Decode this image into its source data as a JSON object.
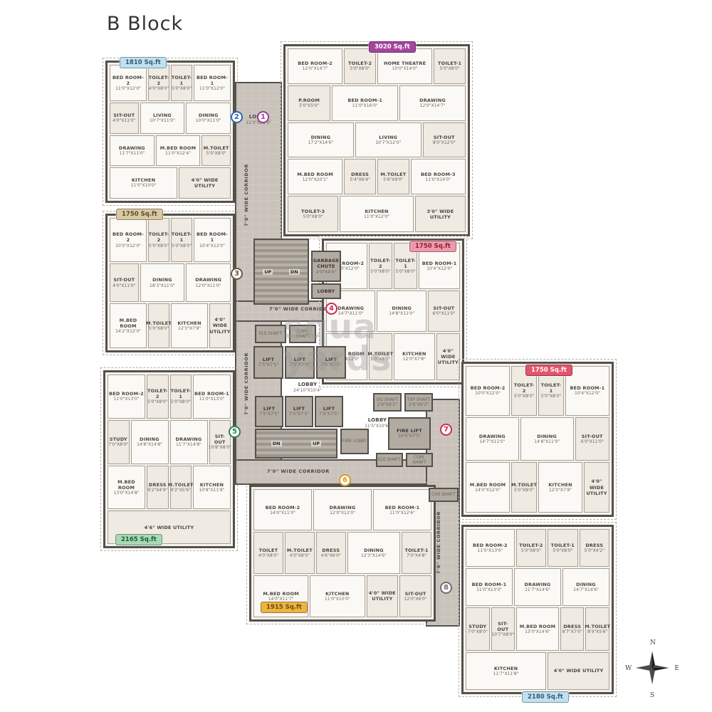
{
  "title": "B Block",
  "watermark": {
    "line1": "squa",
    "line2": "yards"
  },
  "compass": {
    "n": "N",
    "e": "E",
    "s": "S",
    "w": "W"
  },
  "core": {
    "lobby_top": "LOBBY",
    "lobby_top_dim": "11'0\"X21'9\"",
    "corridor_v": "7'0\" WIDE CORRIDOR",
    "corridor_h": "7'0\" WIDE CORRIDOR",
    "up": "UP",
    "dn": "DN",
    "garbage_chute": "GARBAGE CHUTE",
    "garbage_chute_dim": "4'0\"X4'0\"",
    "lobby_small": "LOBBY",
    "ele_shaft": "ELE.SHAFT",
    "com_shaft": "COM. SHAFT",
    "lift": "LIFT",
    "lift_dim": "7'5\"X7'5\"",
    "lobby_mid": "LOBBY",
    "lobby_mid_dim": "24'10\"X10'4\"",
    "fire_lobby": "FIRE LOBBY",
    "lobby_lower": "LOBBY",
    "lobby_lower_dim": "11'5\"X10'6\"",
    "og_shaft": "OG SHAFT",
    "og_shaft_dim": "2'6\"X6'2\"",
    "txp_shaft": "TXP SHAFT",
    "txp_shaft_dim": "2'6\"X6'2\"",
    "fire_lift": "FIRE LIFT",
    "fire_lift_dim": "10'0\"X7'5\"",
    "chs_shaft": "CHS SHAFT"
  },
  "units": [
    {
      "number": "1",
      "sqft": "3020 Sq.ft",
      "color": "#9c3e9c",
      "badge_bg": "#a4459f",
      "badge_text": "#ffffff",
      "rooms": [
        {
          "n": "BED ROOM-2",
          "d": "12'0\"X14'7\""
        },
        {
          "n": "TOILET-2",
          "d": "5'0\"X8'0\""
        },
        {
          "n": "HOME THEATRE",
          "d": "10'0\"X14'0\""
        },
        {
          "n": "TOILET-1",
          "d": "5'0\"X8'0\""
        },
        {
          "n": "P.ROOM",
          "d": "5'0\"X5'0\""
        },
        {
          "n": "BED ROOM-1",
          "d": "11'0\"X16'0\""
        },
        {
          "n": "DRAWING",
          "d": "12'0\"X14'7\""
        },
        {
          "n": "DINING",
          "d": "17'2\"X14'6\""
        },
        {
          "n": "LIVING",
          "d": "10'7\"X12'0\""
        },
        {
          "n": "SIT-OUT",
          "d": "8'0\"X12'0\""
        },
        {
          "n": "M.BED ROOM",
          "d": "12'0\"X20'1\""
        },
        {
          "n": "DRESS",
          "d": "5'4\"X6'4\""
        },
        {
          "n": "M.TOILET",
          "d": "5'6\"X9'0\""
        },
        {
          "n": "BED ROOM-3",
          "d": "11'0\"X14'0\""
        },
        {
          "n": "TOILET-3",
          "d": "5'0\"X8'0\""
        },
        {
          "n": "KITCHEN",
          "d": "11'0\"X12'0\""
        },
        {
          "n": "3'0\" WIDE UTILITY",
          "d": ""
        }
      ]
    },
    {
      "number": "2",
      "sqft": "1810 Sq.ft",
      "color": "#2f66ad",
      "badge_bg": "#bfe2f2",
      "badge_text": "#35586e",
      "rooms": [
        {
          "n": "BED ROOM-2",
          "d": "11'0\"X12'0\""
        },
        {
          "n": "TOILET-2",
          "d": "4'0\"X8'0\""
        },
        {
          "n": "TOILET-1",
          "d": "5'0\"X8'0\""
        },
        {
          "n": "BED ROOM-1",
          "d": "11'0\"X12'0\""
        },
        {
          "n": "SIT-OUT",
          "d": "4'0\"X11'0\""
        },
        {
          "n": "LIVING",
          "d": "10'7\"X11'0\""
        },
        {
          "n": "DINING",
          "d": "10'0\"X11'0\""
        },
        {
          "n": "DRAWING",
          "d": "11'7\"X11'0\""
        },
        {
          "n": "M.BED ROOM",
          "d": "11'0\"X12'4\""
        },
        {
          "n": "M.TOILET",
          "d": "5'0\"X8'0\""
        },
        {
          "n": "KITCHEN",
          "d": "11'0\"X10'0\""
        },
        {
          "n": "4'0\" WIDE UTILITY",
          "d": ""
        }
      ]
    },
    {
      "number": "3",
      "sqft": "1750 Sq.ft",
      "color": "#6e5742",
      "badge_bg": "#d9c9a3",
      "badge_text": "#5d4a2f",
      "rooms": [
        {
          "n": "BED ROOM-2",
          "d": "10'0\"X12'0\""
        },
        {
          "n": "TOILET-2",
          "d": "5'0\"X8'0\""
        },
        {
          "n": "TOILET-1",
          "d": "5'0\"X8'0\""
        },
        {
          "n": "BED ROOM-1",
          "d": "10'4\"X12'0\""
        },
        {
          "n": "SIT-OUT",
          "d": "4'0\"X11'0\""
        },
        {
          "n": "DINING",
          "d": "18'3\"X11'0\""
        },
        {
          "n": "DRAWING",
          "d": "12'0\"X11'0\""
        },
        {
          "n": "M.BED ROOM",
          "d": "14'2\"X12'0\""
        },
        {
          "n": "M.TOILET",
          "d": "5'0\"X8'0\""
        },
        {
          "n": "KITCHEN",
          "d": "12'3\"X7'8\""
        },
        {
          "n": "4'0\" WIDE UTILITY",
          "d": ""
        }
      ]
    },
    {
      "number": "4",
      "sqft": "1750 Sq.ft",
      "color": "#cf2b52",
      "badge_bg": "#ef9aab",
      "badge_text": "#8c1d36",
      "rooms": [
        {
          "n": "BED ROOM-2",
          "d": "10'0\"X12'0\""
        },
        {
          "n": "TOILET-2",
          "d": "5'0\"X8'0\""
        },
        {
          "n": "TOILET-1",
          "d": "5'0\"X8'0\""
        },
        {
          "n": "BED ROOM-1",
          "d": "10'4\"X12'0\""
        },
        {
          "n": "DRAWING",
          "d": "14'7\"X11'0\""
        },
        {
          "n": "DINING",
          "d": "14'8\"X11'0\""
        },
        {
          "n": "SIT-OUT",
          "d": "6'0\"X11'0\""
        },
        {
          "n": "M.BED ROOM",
          "d": "14'0\"X12'0\""
        },
        {
          "n": "M.TOILET",
          "d": "5'0\"X8'0\""
        },
        {
          "n": "KITCHEN",
          "d": "12'0\"X7'8\""
        },
        {
          "n": "4'0\" WIDE UTILITY",
          "d": ""
        }
      ]
    },
    {
      "number": "5",
      "sqft": "2165 Sq.ft",
      "color": "#2e8050",
      "badge_bg": "#a8d9b4",
      "badge_text": "#205c38",
      "rooms": [
        {
          "n": "BED ROOM-2",
          "d": "11'0\"X13'0\""
        },
        {
          "n": "TOILET-2",
          "d": "5'0\"X8'0\""
        },
        {
          "n": "TOILET-1",
          "d": "5'0\"X8'0\""
        },
        {
          "n": "BED ROOM-1",
          "d": "11'0\"X13'0\""
        },
        {
          "n": "STUDY",
          "d": "7'0\"X8'0\""
        },
        {
          "n": "DINING",
          "d": "14'8\"X14'8\""
        },
        {
          "n": "DRAWING",
          "d": "11'7\"X14'8\""
        },
        {
          "n": "SIT-OUT",
          "d": "10'8\"X8'0\""
        },
        {
          "n": "M.BED ROOM",
          "d": "13'0\"X14'8\""
        },
        {
          "n": "DRESS",
          "d": "9'2\"X4'9\""
        },
        {
          "n": "M.TOILET",
          "d": "9'2\"X5'6\""
        },
        {
          "n": "KITCHEN",
          "d": "10'8\"X11'8\""
        },
        {
          "n": "4'6\" WIDE UTILITY",
          "d": ""
        }
      ]
    },
    {
      "number": "6",
      "sqft": "1915 Sq.ft",
      "color": "#d89a2b",
      "badge_bg": "#eeb440",
      "badge_text": "#6b4a10",
      "rooms": [
        {
          "n": "BED ROOM-2",
          "d": "14'0\"X11'0\""
        },
        {
          "n": "DRAWING",
          "d": "12'0\"X12'0\""
        },
        {
          "n": "BED ROOM-1",
          "d": "11'0\"X12'6\""
        },
        {
          "n": "TOILET",
          "d": "4'0\"X8'0\""
        },
        {
          "n": "M.TOILET",
          "d": "4'0\"X8'0\""
        },
        {
          "n": "DRESS",
          "d": "4'6\"X6'0\""
        },
        {
          "n": "DINING",
          "d": "12'3\"X14'6\""
        },
        {
          "n": "TOILET-1",
          "d": "7'0\"X4'8\""
        },
        {
          "n": "M.BED ROOM",
          "d": "14'0\"X11'7\""
        },
        {
          "n": "KITCHEN",
          "d": "11'0\"X10'0\""
        },
        {
          "n": "4'0\" WIDE UTILITY",
          "d": ""
        },
        {
          "n": "SIT-OUT",
          "d": "12'0\"X6'0\""
        }
      ]
    },
    {
      "number": "7",
      "sqft": "1750 Sq.ft",
      "color": "#cf2b52",
      "badge_bg": "#e4556b",
      "badge_text": "#ffffff",
      "rooms": [
        {
          "n": "BED ROOM-2",
          "d": "10'0\"X12'0\""
        },
        {
          "n": "TOILET-2",
          "d": "5'0\"X8'0\""
        },
        {
          "n": "TOILET-1",
          "d": "5'0\"X8'0\""
        },
        {
          "n": "BED ROOM-1",
          "d": "10'4\"X12'0\""
        },
        {
          "n": "DRAWING",
          "d": "14'7\"X11'0\""
        },
        {
          "n": "DINING",
          "d": "14'8\"X11'0\""
        },
        {
          "n": "SIT-OUT",
          "d": "6'0\"X11'0\""
        },
        {
          "n": "M.BED ROOM",
          "d": "14'0\"X12'0\""
        },
        {
          "n": "M.TOILET",
          "d": "5'0\"X8'0\""
        },
        {
          "n": "KITCHEN",
          "d": "12'0\"X7'8\""
        },
        {
          "n": "4'0\" WIDE UTILITY",
          "d": ""
        }
      ]
    },
    {
      "number": "8",
      "sqft": "2180 Sq.ft",
      "color": "#6d6d6d",
      "badge_bg": "#bfe2f2",
      "badge_text": "#35586e",
      "rooms": [
        {
          "n": "BED ROOM-2",
          "d": "11'0\"X13'0\""
        },
        {
          "n": "TOILET-2",
          "d": "5'0\"X8'0\""
        },
        {
          "n": "TOILET-1",
          "d": "5'0\"X8'0\""
        },
        {
          "n": "DRESS",
          "d": "5'0\"X4'2\""
        },
        {
          "n": "BED ROOM-1",
          "d": "11'0\"X13'0\""
        },
        {
          "n": "DRAWING",
          "d": "11'7\"X14'6\""
        },
        {
          "n": "DINING",
          "d": "14'7\"X14'6\""
        },
        {
          "n": "STUDY",
          "d": "7'0\"X8'0\""
        },
        {
          "n": "SIT-OUT",
          "d": "10'7\"X8'0\""
        },
        {
          "n": "M.BED ROOM",
          "d": "13'0\"X14'6\""
        },
        {
          "n": "DRESS",
          "d": "8'7\"X7'0\""
        },
        {
          "n": "M.TOILET",
          "d": "8'9\"X5'6\""
        },
        {
          "n": "KITCHEN",
          "d": "11'7\"X11'8\""
        },
        {
          "n": "4'0\" WIDE UTILITY",
          "d": ""
        }
      ]
    }
  ]
}
